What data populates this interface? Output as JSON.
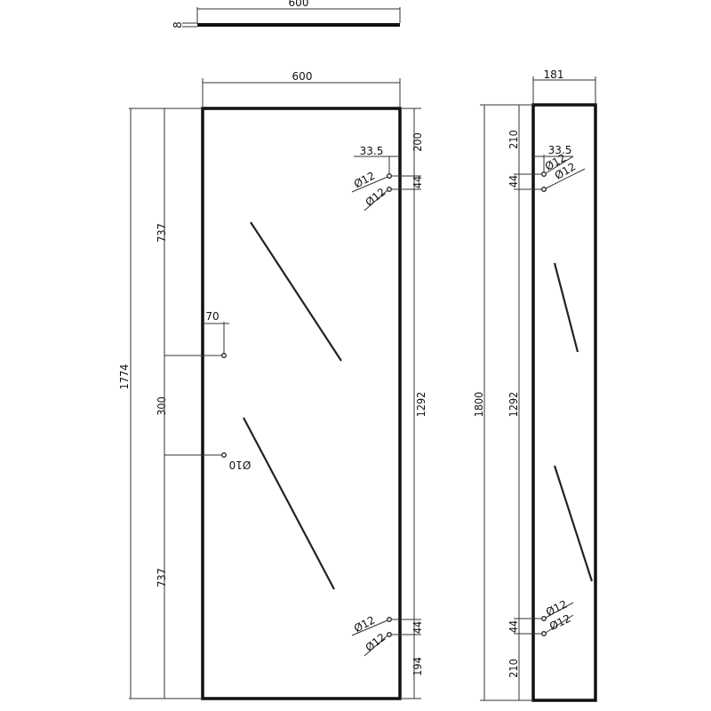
{
  "top_view": {
    "width_label": "600",
    "thickness_label": "8"
  },
  "front_view": {
    "width_label": "600",
    "total_height_label": "1774",
    "upper_segment_label": "737",
    "middle_segment_label": "300",
    "lower_segment_label": "737",
    "handle_offset_label": "70",
    "handle_hole_label": "Ø10",
    "top_offset_label": "200",
    "hinge_spacing_top_label": "44",
    "hinge_span_label": "1292",
    "hinge_spacing_bottom_label": "44",
    "bottom_offset_label": "194",
    "hinge_edge_offset_label": "33.5",
    "hole_labels": [
      "Ø12",
      "Ø12",
      "Ø12",
      "Ø12"
    ]
  },
  "side_view": {
    "depth_label": "181",
    "total_height_label": "1800",
    "top_offset_label": "210",
    "hinge_spacing_top_label": "44",
    "hinge_span_label": "1292",
    "hinge_spacing_bottom_label": "44",
    "bottom_offset_label": "210",
    "hinge_edge_offset_label": "33.5",
    "hole_labels": [
      "Ø12",
      "Ø12",
      "Ø12",
      "Ø12"
    ]
  }
}
